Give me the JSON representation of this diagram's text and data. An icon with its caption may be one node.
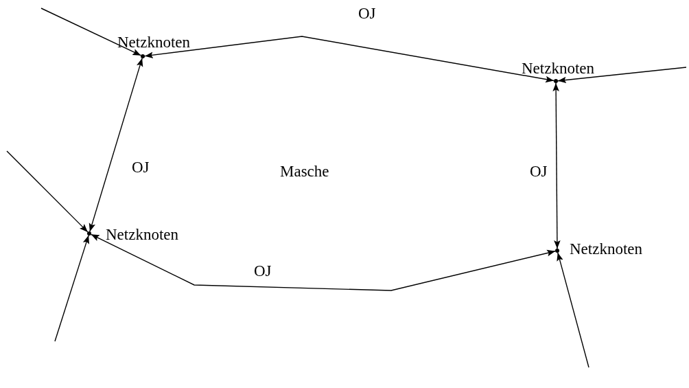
{
  "diagram": {
    "nodes": [
      {
        "text": [],
        "shape": "point",
        "beside": [
          "Netzknoten"
        ]
      },
      {
        "text": [],
        "shape": "point",
        "beside": [
          "Netzknoten"
        ]
      },
      {
        "text": [],
        "shape": "point",
        "beside": [
          "Netzknoten"
        ]
      },
      {
        "text": [],
        "shape": "point",
        "beside": [
          "Netzknoten"
        ]
      }
    ],
    "edges": [
      {
        "from": 0,
        "to": 1,
        "arrow": "both",
        "label": "OJ"
      },
      {
        "from": 0,
        "to": 2,
        "arrow": "both",
        "label": "OJ"
      },
      {
        "from": 1,
        "to": 3,
        "arrow": "both",
        "label": "OJ"
      },
      {
        "from": 2,
        "to": 3,
        "arrow": "both",
        "label": "OJ"
      },
      {
        "from": null,
        "to": 0,
        "arrow": "to"
      },
      {
        "from": null,
        "to": 1,
        "arrow": "to"
      },
      {
        "from": null,
        "to": 2,
        "arrow": "to"
      },
      {
        "from": null,
        "to": 2,
        "arrow": "to"
      },
      {
        "from": null,
        "to": 3,
        "arrow": "to"
      }
    ],
    "labels": [
      "Masche"
    ]
  }
}
